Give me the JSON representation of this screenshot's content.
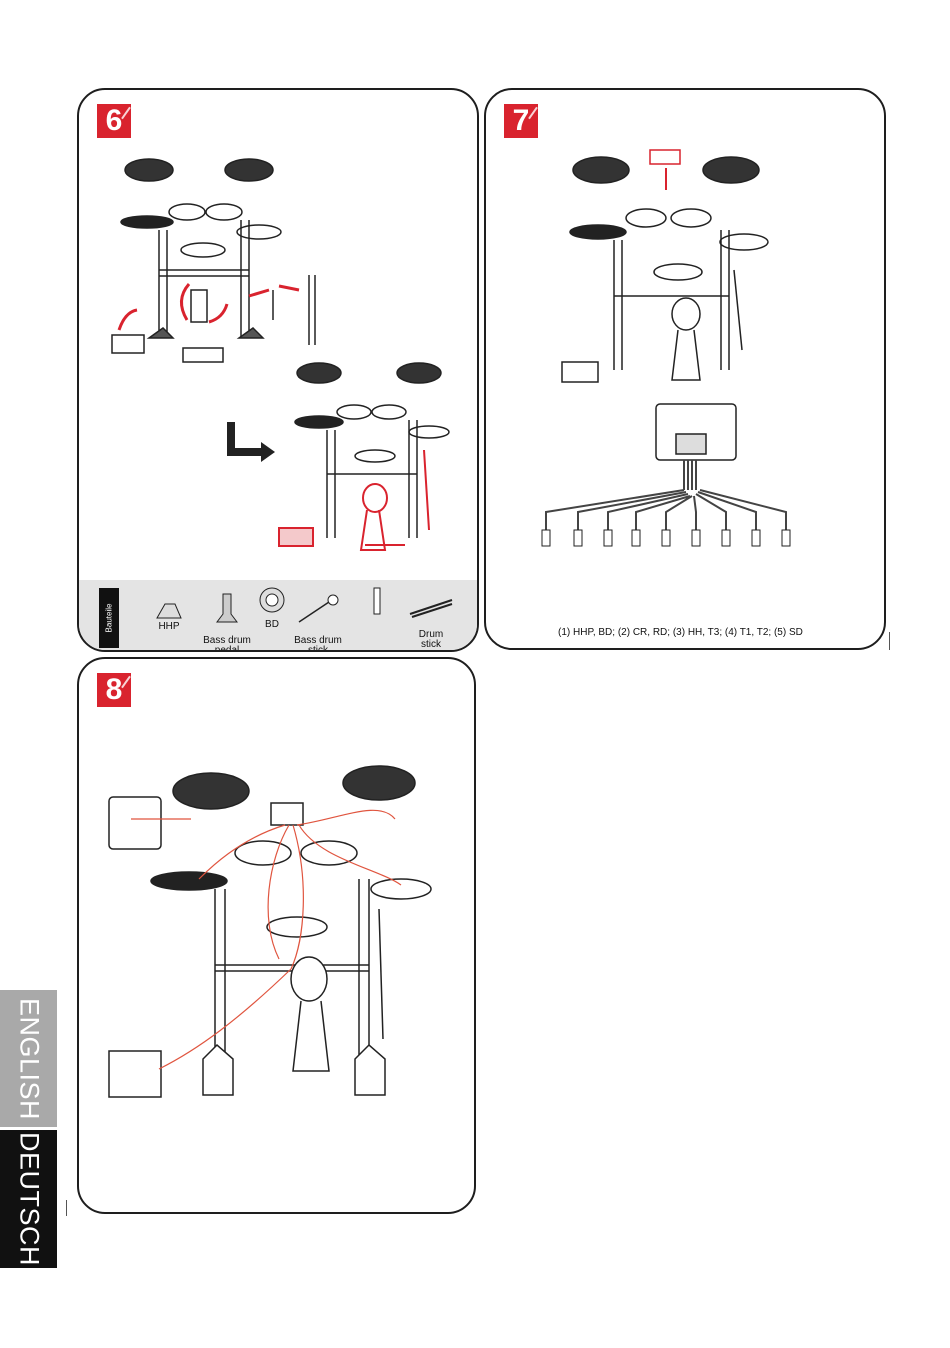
{
  "steps": {
    "six": "6",
    "seven": "7",
    "eight": "8"
  },
  "parts_panel": {
    "tab_label": "Bauteile",
    "items": [
      {
        "label": "HHP"
      },
      {
        "label": "Bass drum\npedal"
      },
      {
        "label": "BD"
      },
      {
        "label": "Bass drum\nstick"
      },
      {
        "label": ""
      },
      {
        "label": "Drum\nstick"
      }
    ]
  },
  "step7_caption": "(1) HHP, BD; (2) CR, RD; (3) HH, T3; (4) T1, T2; (5) SD",
  "languages": {
    "english": "ENGLISH",
    "deutsch": "DEUTSCH"
  },
  "colors": {
    "accent": "#d9232e",
    "english_tab": "#a9a9a9",
    "deutsch_tab": "#111111"
  }
}
